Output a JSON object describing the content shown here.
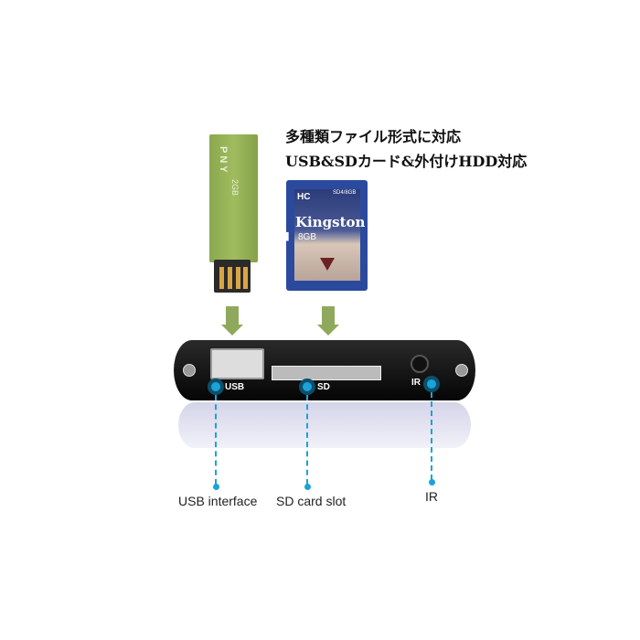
{
  "heading": {
    "line1": "多種類ファイル形式に対応",
    "line2": "USB&SDカード&外付けHDD対応"
  },
  "usb_stick": {
    "brand": "PNY",
    "capacity": "2GB"
  },
  "sd_card": {
    "type": "HC",
    "model": "SD4/8GB",
    "brand": "Kingston",
    "capacity": "8GB"
  },
  "device": {
    "labels": {
      "usb": "USB",
      "sd": "SD",
      "ir": "IR"
    }
  },
  "captions": {
    "usb": "USB interface",
    "sd": "SD card slot",
    "ir": "IR"
  },
  "colors": {
    "accent": "#1aa3d8",
    "arrow": "#8fa95c",
    "usb_body": "#9fbc5e",
    "sd_card": "#2b4a9e"
  }
}
